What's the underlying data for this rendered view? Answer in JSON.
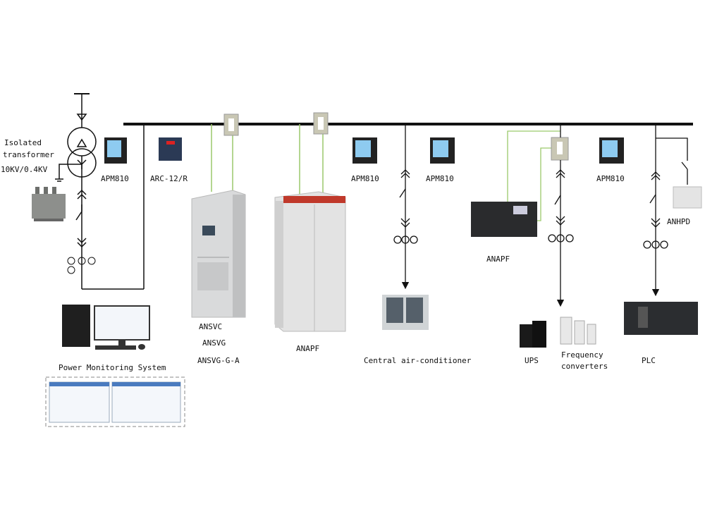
{
  "transformer": {
    "label_line1": "Isolated",
    "label_line2": "transformer",
    "rating": "10KV/0.4KV"
  },
  "devices": {
    "apm1": "APM810",
    "arc": "ARC-12/R",
    "ansvc": "ANSVC",
    "ansvg": "ANSVG",
    "ansvg_ga": "ANSVG-G-A",
    "anapf_cabinet": "ANAPF",
    "apm2": "APM810",
    "apm3": "APM810",
    "anapf_rack": "ANAPF",
    "apm4": "APM810",
    "anhpd": "ANHPD"
  },
  "loads": {
    "ac": "Central air-conditioner",
    "ups": "UPS",
    "fc_line1": "Frequency",
    "fc_line2": "converters",
    "plc": "PLC"
  },
  "monitoring": {
    "label": "Power Monitoring System"
  },
  "colors": {
    "bus": "#111111",
    "signal": "#9bc96b",
    "cabinet": "#d8d8d8",
    "meter_screen": "#8ecbf0"
  }
}
